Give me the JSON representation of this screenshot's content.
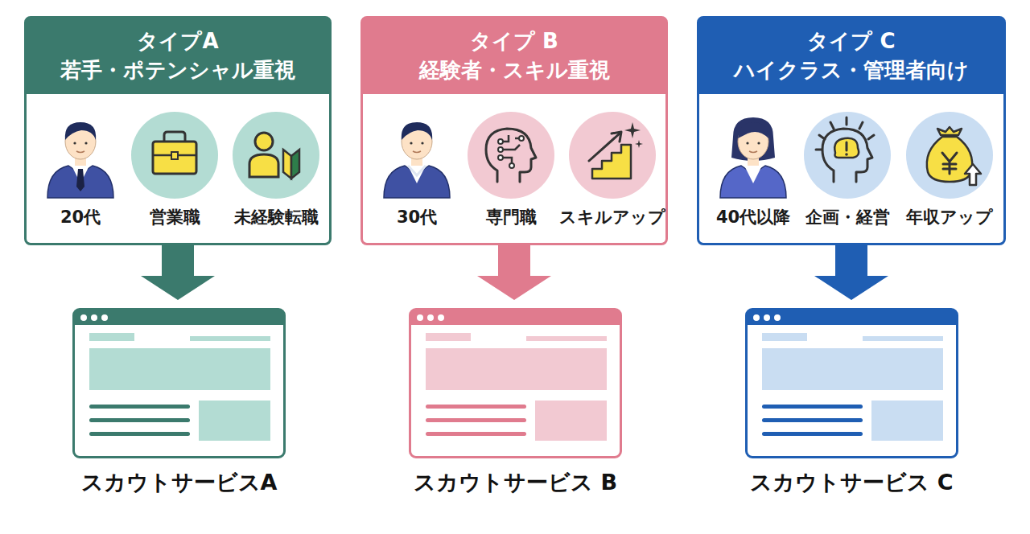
{
  "diagram": {
    "nodes": [
      {
        "text": [
          "タイプA",
          "若手・ポテンシャル重視"
        ]
      },
      {
        "text": [
          "20代"
        ],
        "in": 0
      },
      {
        "text": [
          "営業職"
        ],
        "in": 0
      },
      {
        "text": [
          "未経験転職"
        ],
        "in": 0
      },
      {
        "text": [
          "スカウトサービスA"
        ]
      },
      {
        "text": [
          "タイプ B",
          "経験者・スキル重視"
        ]
      },
      {
        "text": [
          "30代"
        ],
        "in": 5
      },
      {
        "text": [
          "専門職"
        ],
        "in": 5
      },
      {
        "text": [
          "スキルアップ"
        ],
        "in": 5
      },
      {
        "text": [
          "スカウトサービス B"
        ]
      },
      {
        "text": [
          "タイプ C",
          "ハイクラス・管理者向け"
        ]
      },
      {
        "text": [
          "40代以降"
        ],
        "in": 10
      },
      {
        "text": [
          "企画・経営"
        ],
        "in": 10
      },
      {
        "text": [
          "年収アップ"
        ],
        "in": 10
      },
      {
        "text": [
          "スカウトサービス C"
        ]
      }
    ],
    "edges": [
      {
        "from": 0,
        "to": 4,
        "arrow": "to"
      },
      {
        "from": 5,
        "to": 9,
        "arrow": "to"
      },
      {
        "from": 10,
        "to": 14,
        "arrow": "to"
      }
    ]
  }
}
